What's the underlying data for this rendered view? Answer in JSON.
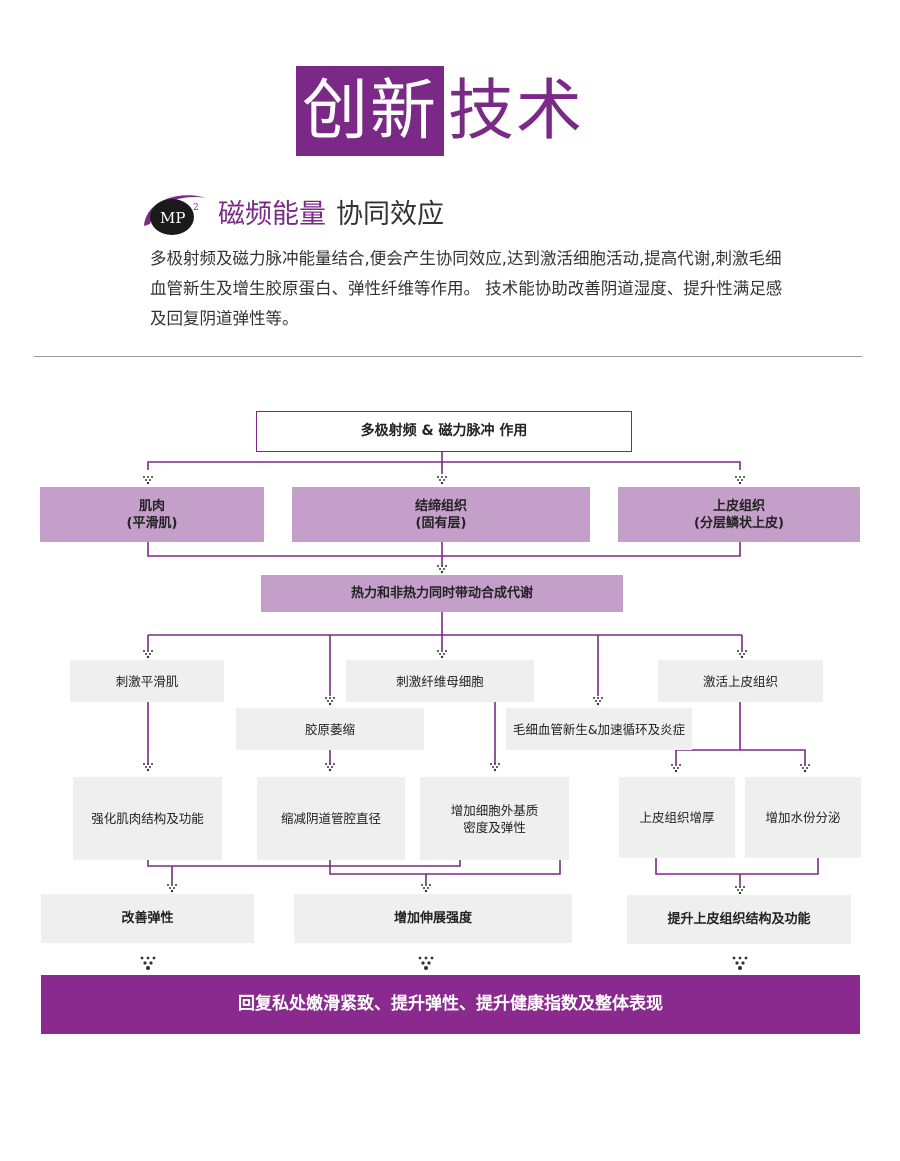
{
  "title": {
    "highlight": "创新",
    "rest": "技术"
  },
  "logo": {
    "text": "MP",
    "superscript": "2"
  },
  "heading": {
    "primary": "磁频能量",
    "secondary": "协同效应"
  },
  "intro": {
    "line1": "多极射频及磁力脉冲能量结合,便会产生协同效应,达到激活细胞活动,提高代谢,刺激毛细",
    "line2": "血管新生及增生胶原蛋白、弹性纤维等作用。 技术能协助改善阴道湿度、提升性满足感",
    "line3": "及回复阴道弹性等。"
  },
  "diagram": {
    "top": "多极射频 & 磁力脉冲 作用",
    "tissues": [
      {
        "line1": "肌肉",
        "line2": "(平滑肌)"
      },
      {
        "line1": "结缔组织",
        "line2": "(固有层)"
      },
      {
        "line1": "上皮组织",
        "line2": "(分层鳞状上皮)"
      }
    ],
    "metabolism": "热力和非热力同时带动合成代谢",
    "stimulate_smooth_muscle": "刺激平滑肌",
    "stimulate_fibroblast": "刺激纤维母细胞",
    "activate_epithelium": "激活上皮组织",
    "collagen_shrink": "胶原萎缩",
    "capillary": "毛细血管新生&加速循环及炎症",
    "strengthen_muscle": "强化肌肉结构及功能",
    "reduce_diameter": "缩减阴道管腔直径",
    "ecm": {
      "line1": "增加细胞外基质",
      "line2": "密度及弹性"
    },
    "epithelium_thicken": "上皮组织增厚",
    "moisture": "增加水份分泌",
    "improve_elasticity": "改善弹性",
    "increase_stretch": "增加伸展强度",
    "improve_epithelium": "提升上皮组织结构及功能",
    "result": "回复私处嫩滑紧致、提升弹性、提升健康指数及整体表现"
  },
  "colors": {
    "brand_purple": "#7a2a86",
    "tissue_purple": "#c39fca",
    "light_gray": "#efefef",
    "result_purple": "#8a2a8e"
  }
}
